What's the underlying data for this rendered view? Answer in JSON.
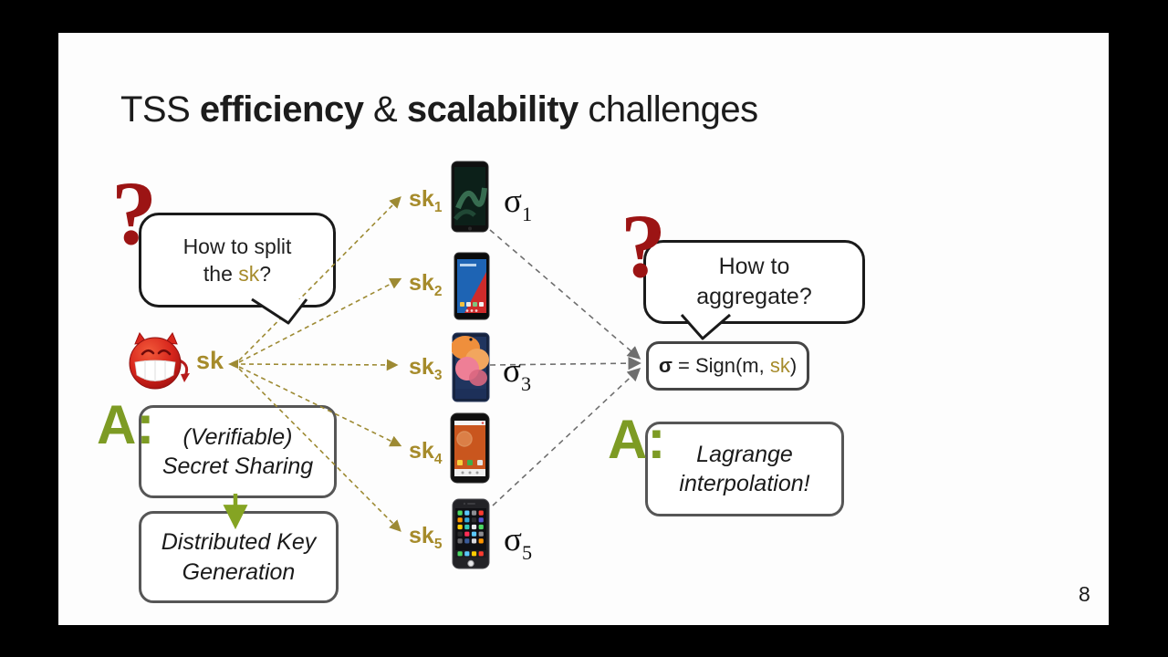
{
  "slide": {
    "title": {
      "pre": "TSS ",
      "bold1": "efficiency",
      "amp": " & ",
      "bold2": "scalability",
      "post": " challenges"
    },
    "page_number": "8"
  },
  "question_left": {
    "mark": "?",
    "bubble_line1": "How to split",
    "bubble_line2_pre": "the ",
    "bubble_line2_key": "sk",
    "bubble_line2_post": "?"
  },
  "question_right": {
    "mark": "?",
    "bubble_line1": "How to",
    "bubble_line2": "aggregate?"
  },
  "key": {
    "label": "sk"
  },
  "shares": [
    {
      "base": "sk",
      "sub": "1"
    },
    {
      "base": "sk",
      "sub": "2"
    },
    {
      "base": "sk",
      "sub": "3"
    },
    {
      "base": "sk",
      "sub": "4"
    },
    {
      "base": "sk",
      "sub": "5"
    }
  ],
  "signatures": [
    {
      "base": "σ",
      "sub": "1"
    },
    {
      "base": "σ",
      "sub": "3"
    },
    {
      "base": "σ",
      "sub": "5"
    }
  ],
  "sign_box": {
    "sigma": "σ",
    "pre": " = Sign(m, ",
    "key": "sk",
    "post": ")"
  },
  "answers": {
    "left_marker": "A:",
    "vss_line1": "(Verifiable)",
    "vss_line2": "Secret Sharing",
    "dkg_line1": "Distributed Key",
    "dkg_line2": "Generation",
    "right_marker": "A:",
    "lagrange_line1": "Lagrange",
    "lagrange_line2": "interpolation!"
  },
  "icons": {
    "devil": "grinning-devil-emoji",
    "phones": [
      "nokia-dark-green-wallpaper",
      "oneplus-blue-red-wallpaper",
      "samsung-orange-pink-wallpaper",
      "moto-orange-wallpaper",
      "iphone-app-grid-home-screen"
    ]
  },
  "colors": {
    "key_gold": "#a68b2b",
    "question_red": "#9c1414",
    "answer_olive": "#7d9b24",
    "arrow_gold": "#9d8a33",
    "arrow_gray": "#6e6e6e",
    "arrow_green": "#85a423"
  }
}
